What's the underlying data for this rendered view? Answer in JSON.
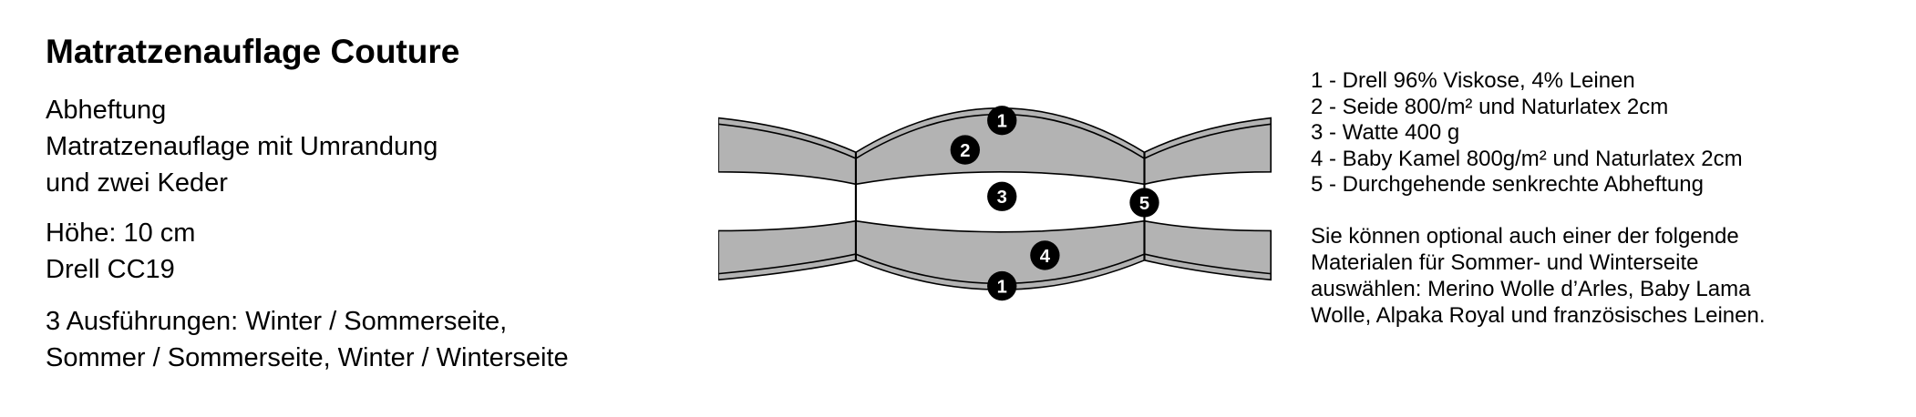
{
  "title": "Matratzenauflage Couture",
  "details": {
    "group1": [
      "Abheftung",
      "Matratzenauflage mit Umrandung",
      "und zwei Keder"
    ],
    "group2": [
      "Höhe: 10 cm",
      "Drell CC19"
    ],
    "group3": [
      "3 Ausführungen: Winter / Sommerseite,",
      "Sommer / Sommerseite, Winter / Winterseite"
    ]
  },
  "diagram": {
    "markers": [
      "1",
      "2",
      "3",
      "5",
      "4",
      "1"
    ],
    "fill_color": "#b3b3b3"
  },
  "legend": [
    "1 - Drell 96% Viskose, 4% Leinen",
    "2 - Seide 800/m² und Naturlatex 2cm",
    "3 - Watte 400 g",
    "4 - Baby Kamel 800g/m² und Naturlatex 2cm",
    "5 - Durchgehende senkrechte Abheftung"
  ],
  "note": [
    "Sie können optional auch einer der folgende",
    "Materialen für Sommer- und Winterseite",
    "auswählen: Merino Wolle d’Arles, Baby Lama",
    "Wolle, Alpaka Royal und französisches Leinen."
  ]
}
